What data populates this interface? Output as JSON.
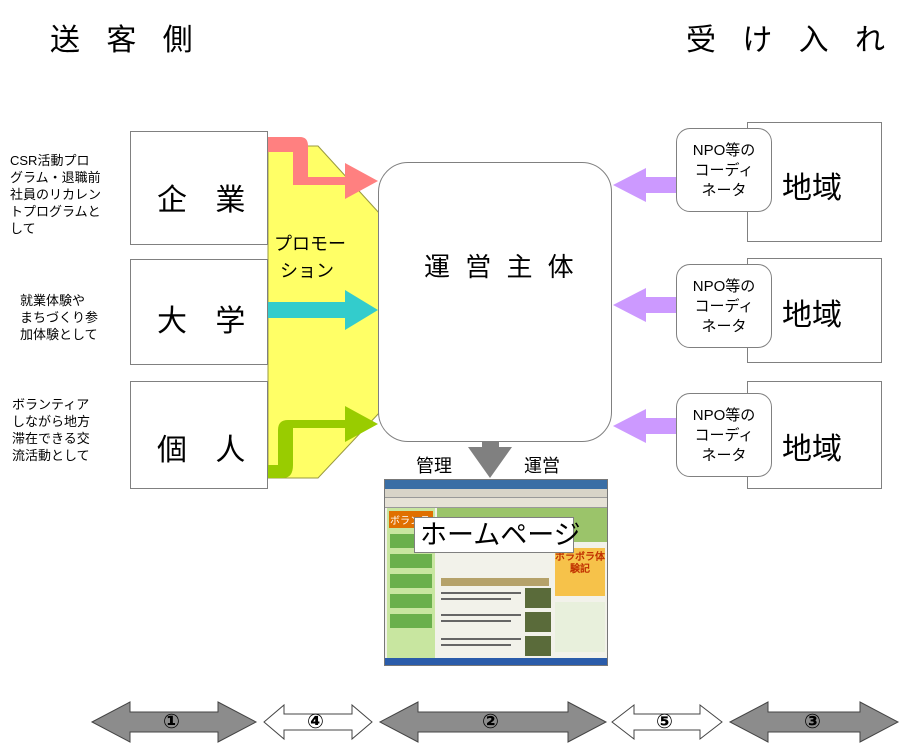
{
  "header": {
    "left": "送 客 側",
    "right": "受 け 入 れ 側"
  },
  "senders": [
    {
      "label": "企 業",
      "note_lines": [
        "CSR活動プロ",
        "グラム・退職前",
        "社員のリカレン",
        "トプログラムと",
        "して"
      ]
    },
    {
      "label": "大 学",
      "note_lines": [
        "就業体験や",
        "まちづくり参",
        "加体験として"
      ]
    },
    {
      "label": "個 人",
      "note_lines": [
        "ボランティア",
        "しながら地方",
        "滞在できる交",
        "流活動として"
      ]
    }
  ],
  "promotion_label": [
    "プロモー",
    "ション"
  ],
  "center": {
    "label": "運 営 主 体"
  },
  "management": {
    "left": "管理",
    "right": "運営"
  },
  "homepage": {
    "label": "ホームページ",
    "site_title": "ボランティア",
    "banner": "ボラボラ体験記"
  },
  "receivers": [
    {
      "coordinator_lines": [
        "NPO等の",
        "コーディ",
        "ネータ"
      ],
      "region": "地域"
    },
    {
      "coordinator_lines": [
        "NPO等の",
        "コーディ",
        "ネータ"
      ],
      "region": "地域"
    },
    {
      "coordinator_lines": [
        "NPO等の",
        "コーディ",
        "ネータ"
      ],
      "region": "地域"
    }
  ],
  "steps": [
    "①",
    "④",
    "②",
    "⑤",
    "③"
  ],
  "colors": {
    "promotion": "#ffff66",
    "company_arrow": "#ff8080",
    "university_arrow": "#33cccc",
    "individual_arrow": "#99cc00",
    "receiver_arrow": "#cc99ff",
    "down_arrow": "#808080",
    "filled_step": "#8c8c8c"
  }
}
